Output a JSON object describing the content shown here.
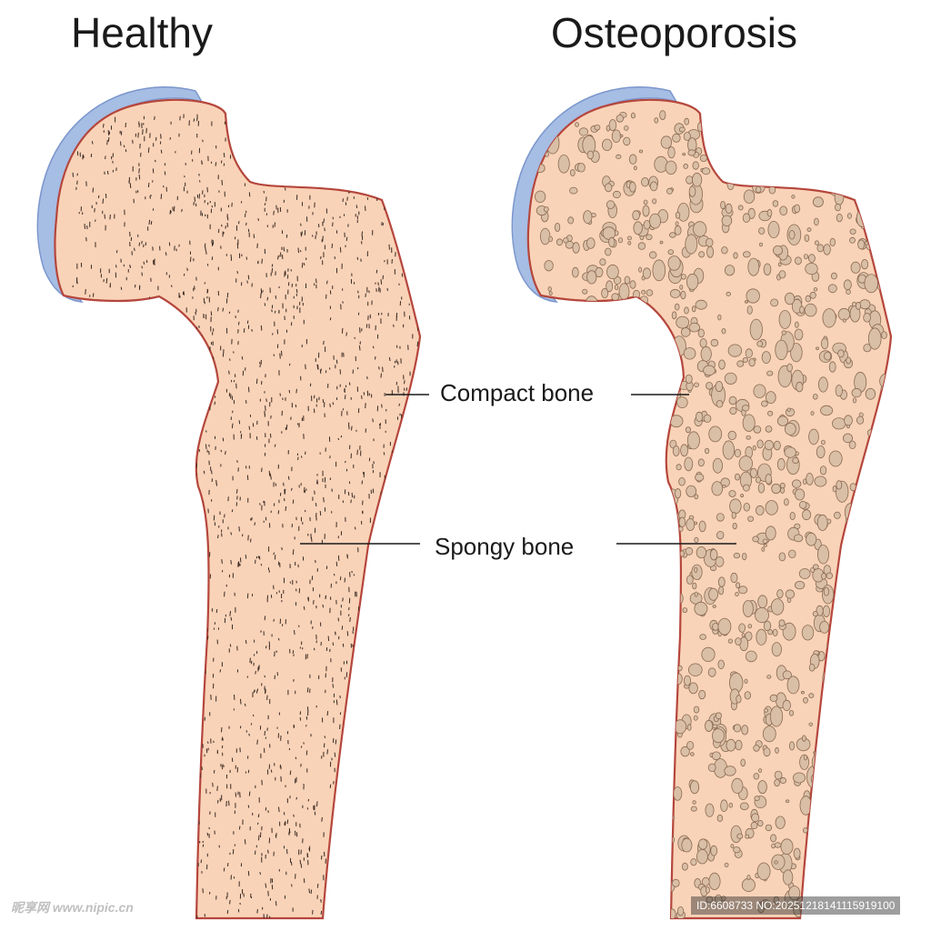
{
  "titles": {
    "healthy": "Healthy",
    "osteoporosis": "Osteoporosis"
  },
  "labels": {
    "compact_bone": "Compact bone",
    "spongy_bone": "Spongy bone"
  },
  "watermarks": {
    "left": "昵享网 www.nipic.cn",
    "right": "ID:6608733 NO:20251218141115919100"
  },
  "colors": {
    "bone_fill": "#f9d3b8",
    "bone_outline": "#b5463c",
    "cartilage": "#a6bde4",
    "cartilage_edge": "#7b96cc",
    "pore_fill": "#d9bfa6",
    "pore_edge": "#8a6a52",
    "marks": "#3a2a22",
    "leader_line": "#1a1a1a"
  }
}
